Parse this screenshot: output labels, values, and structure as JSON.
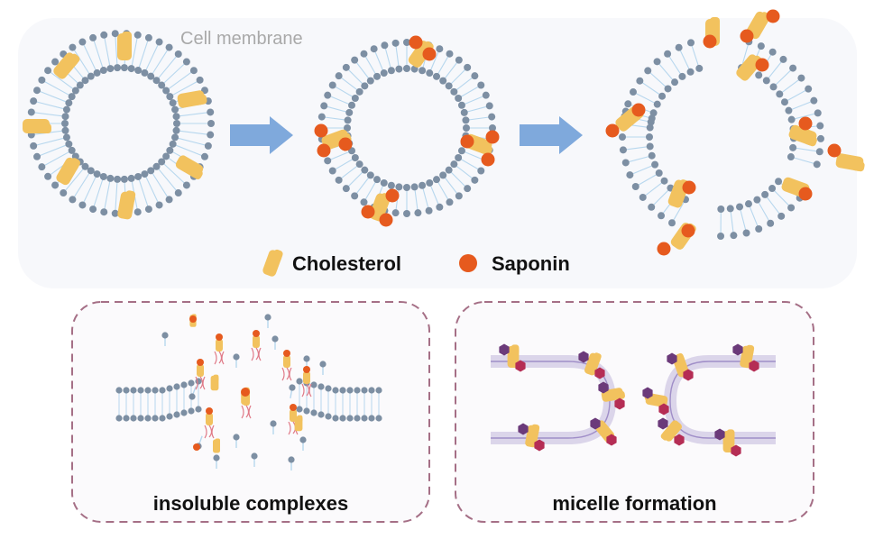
{
  "labels": {
    "cell_membrane": "Cell membrane",
    "legend_cholesterol": "Cholesterol",
    "legend_saponin": "Saponin",
    "panel_left": "insoluble complexes",
    "panel_right": "micelle formation"
  },
  "colors": {
    "lipid_head": "#7d8fa3",
    "lipid_tail": "#b7d7ee",
    "cholesterol": "#f2c25e",
    "saponin": "#e65a1e",
    "arrow": "#7fa9dc",
    "panel_border": "#a56f86",
    "panel_bg": "#fbfafc",
    "complex_tail": "#e07a88",
    "hex_purple": "#6b3a7a",
    "hex_red": "#b52d55",
    "lamella": "#a08ec8"
  },
  "icons": [
    "cholesterol-icon",
    "saponin-icon",
    "arrow-right-icon"
  ]
}
